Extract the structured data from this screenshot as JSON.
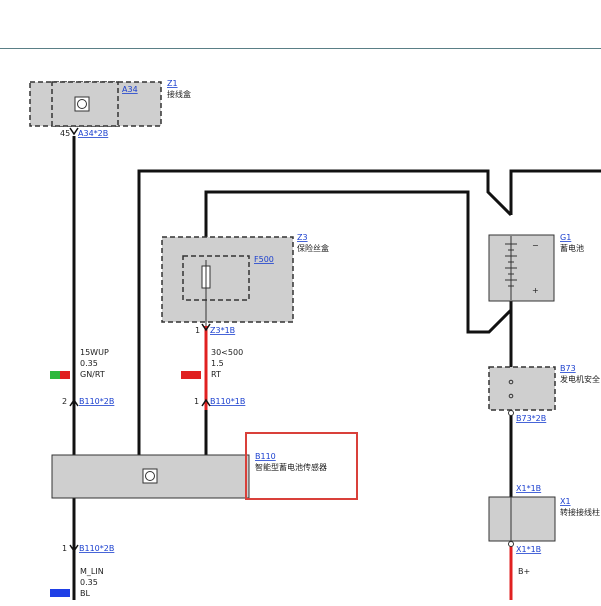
{
  "components": {
    "a34": {
      "ref": "A34",
      "group_ref": "Z1",
      "group_name": "接线盒",
      "connector": "A34*2B",
      "pin": "45"
    },
    "z3": {
      "ref": "Z3",
      "name": "保险丝盒",
      "fuse": "F500",
      "connector": "Z3*1B",
      "pin": "1"
    },
    "g1": {
      "ref": "G1",
      "name": "蓄电池",
      "minus": "−",
      "plus": "+"
    },
    "b73": {
      "ref": "B73",
      "name": "发电机安全",
      "connector": "B73*2B"
    },
    "x1": {
      "ref": "X1",
      "name": "转接接线柱",
      "connector_top": "X1*1B",
      "connector_bottom": "X1*1B"
    },
    "b110": {
      "ref": "B110",
      "name": "智能型蓄电池传感器",
      "connector_a": "B110*2B",
      "connector_b": "B110*1B",
      "connector_c": "B110*2B",
      "pin_a": "2",
      "pin_b": "1",
      "pin_c": "1"
    }
  },
  "wires": {
    "w15wup": {
      "signal": "15WUP",
      "gauge": "0.35",
      "color": "GN/RT",
      "swatch": [
        "#2db83d",
        "#e02020"
      ]
    },
    "w30": {
      "signal": "30<500",
      "gauge": "1.5",
      "color": "RT",
      "swatch": [
        "#e02020"
      ]
    },
    "wlin": {
      "signal": "M_LIN",
      "gauge": "0.35",
      "color": "BL",
      "swatch": [
        "#1f3fe6"
      ]
    },
    "wbplus": {
      "signal": "B+"
    }
  },
  "colors": {
    "wire_black": "#111111",
    "wire_red": "#e02020",
    "box_fill": "#cfcfcf",
    "highlight": "#d9403a"
  }
}
